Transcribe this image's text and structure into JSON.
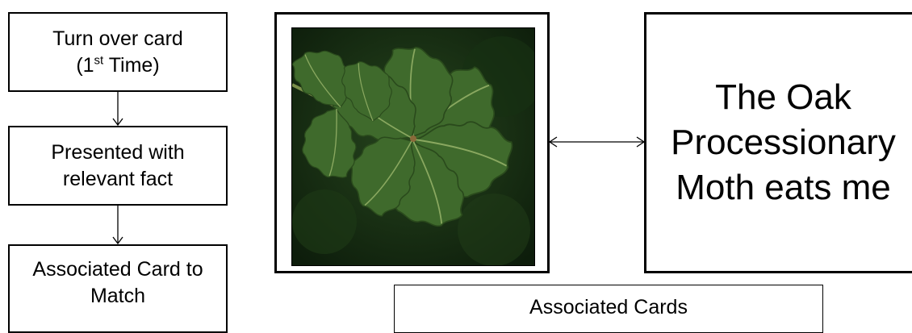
{
  "flow": {
    "step1": {
      "line1": "Turn over card",
      "line2_prefix": "(1",
      "line2_sup": "st",
      "line2_suffix": " Time)"
    },
    "step2": {
      "line1": "Presented with",
      "line2": "relevant fact"
    },
    "step3": {
      "line1": "Associated Card to",
      "line2": "Match"
    }
  },
  "cards": {
    "fact": {
      "line1": "The Oak",
      "line2": "Processionary",
      "line3": "Moth eats me"
    }
  },
  "associated_label": "Associated Cards",
  "image": "oak-leaves photograph",
  "colors": {
    "border": "#000000",
    "leaf": "#3f6a2c",
    "foliage_bg": "#1a3216"
  }
}
